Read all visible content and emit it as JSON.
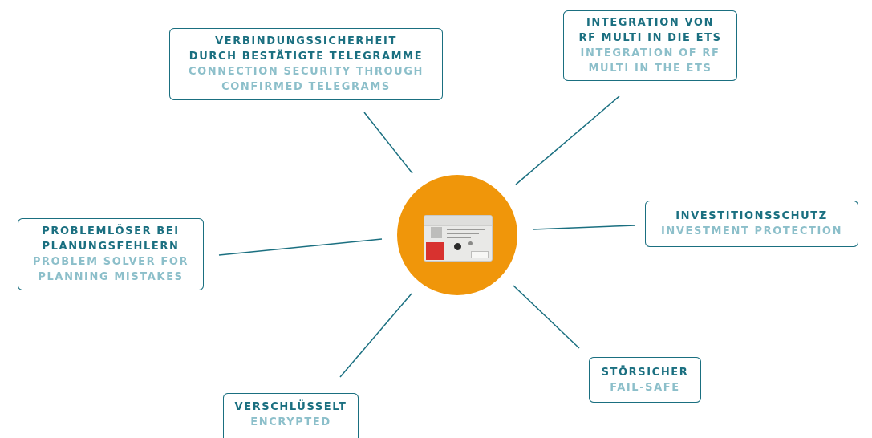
{
  "colors": {
    "accent_dark": "#1a6f80",
    "accent_light": "#8cbfca",
    "center": "#f0960a",
    "line": "#1a6f80"
  },
  "center_image": "knx-rf-multi-device-icon",
  "features": {
    "connection_security": {
      "de": [
        "VERBINDUNGSSICHERHEIT",
        "DURCH BESTÄTIGTE TELEGRAMME"
      ],
      "en": [
        "CONNECTION SECURITY THROUGH",
        "CONFIRMED TELEGRAMS"
      ]
    },
    "ets_integration": {
      "de": [
        "INTEGRATION VON",
        "RF MULTI IN DIE ETS"
      ],
      "en": [
        "INTEGRATION OF RF",
        "MULTI IN THE ETS"
      ]
    },
    "problem_solver": {
      "de": [
        "PROBLEMLÖSER BEI",
        "PLANUNGSFEHLERN"
      ],
      "en": [
        "PROBLEM SOLVER FOR",
        "PLANNING MISTAKES"
      ]
    },
    "investment_protection": {
      "de": [
        "INVESTITIONSSCHUTZ"
      ],
      "en": [
        "INVESTMENT PROTECTION"
      ]
    },
    "fail_safe": {
      "de": [
        "STÖRSICHER"
      ],
      "en": [
        "FAIL-SAFE"
      ]
    },
    "encrypted": {
      "de": [
        "VERSCHLÜSSELT"
      ],
      "en": [
        "ENCRYPTED"
      ]
    }
  }
}
